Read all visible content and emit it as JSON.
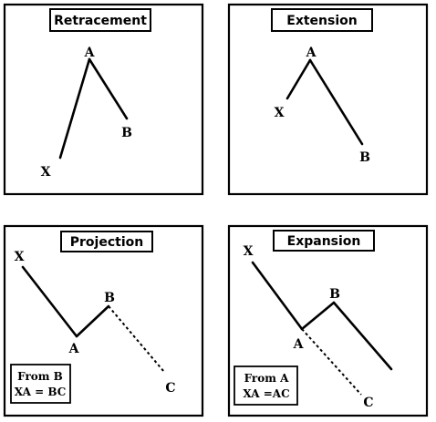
{
  "panels": {
    "retracement": {
      "title": "Retracement",
      "labels": {
        "x": "X",
        "a": "A",
        "b": "B"
      }
    },
    "extension": {
      "title": "Extension",
      "labels": {
        "x": "X",
        "a": "A",
        "b": "B"
      }
    },
    "projection": {
      "title": "Projection",
      "labels": {
        "x": "X",
        "a": "A",
        "b": "B",
        "c": "C"
      },
      "note": {
        "line1": "From B",
        "line2": "XA = BC"
      }
    },
    "expansion": {
      "title": "Expansion",
      "labels": {
        "x": "X",
        "a": "A",
        "b": "B",
        "c": "C"
      },
      "note": {
        "line1": "From A",
        "line2": "XA =AC"
      }
    }
  },
  "colors": {
    "line": "#000000",
    "background": "#ffffff"
  }
}
